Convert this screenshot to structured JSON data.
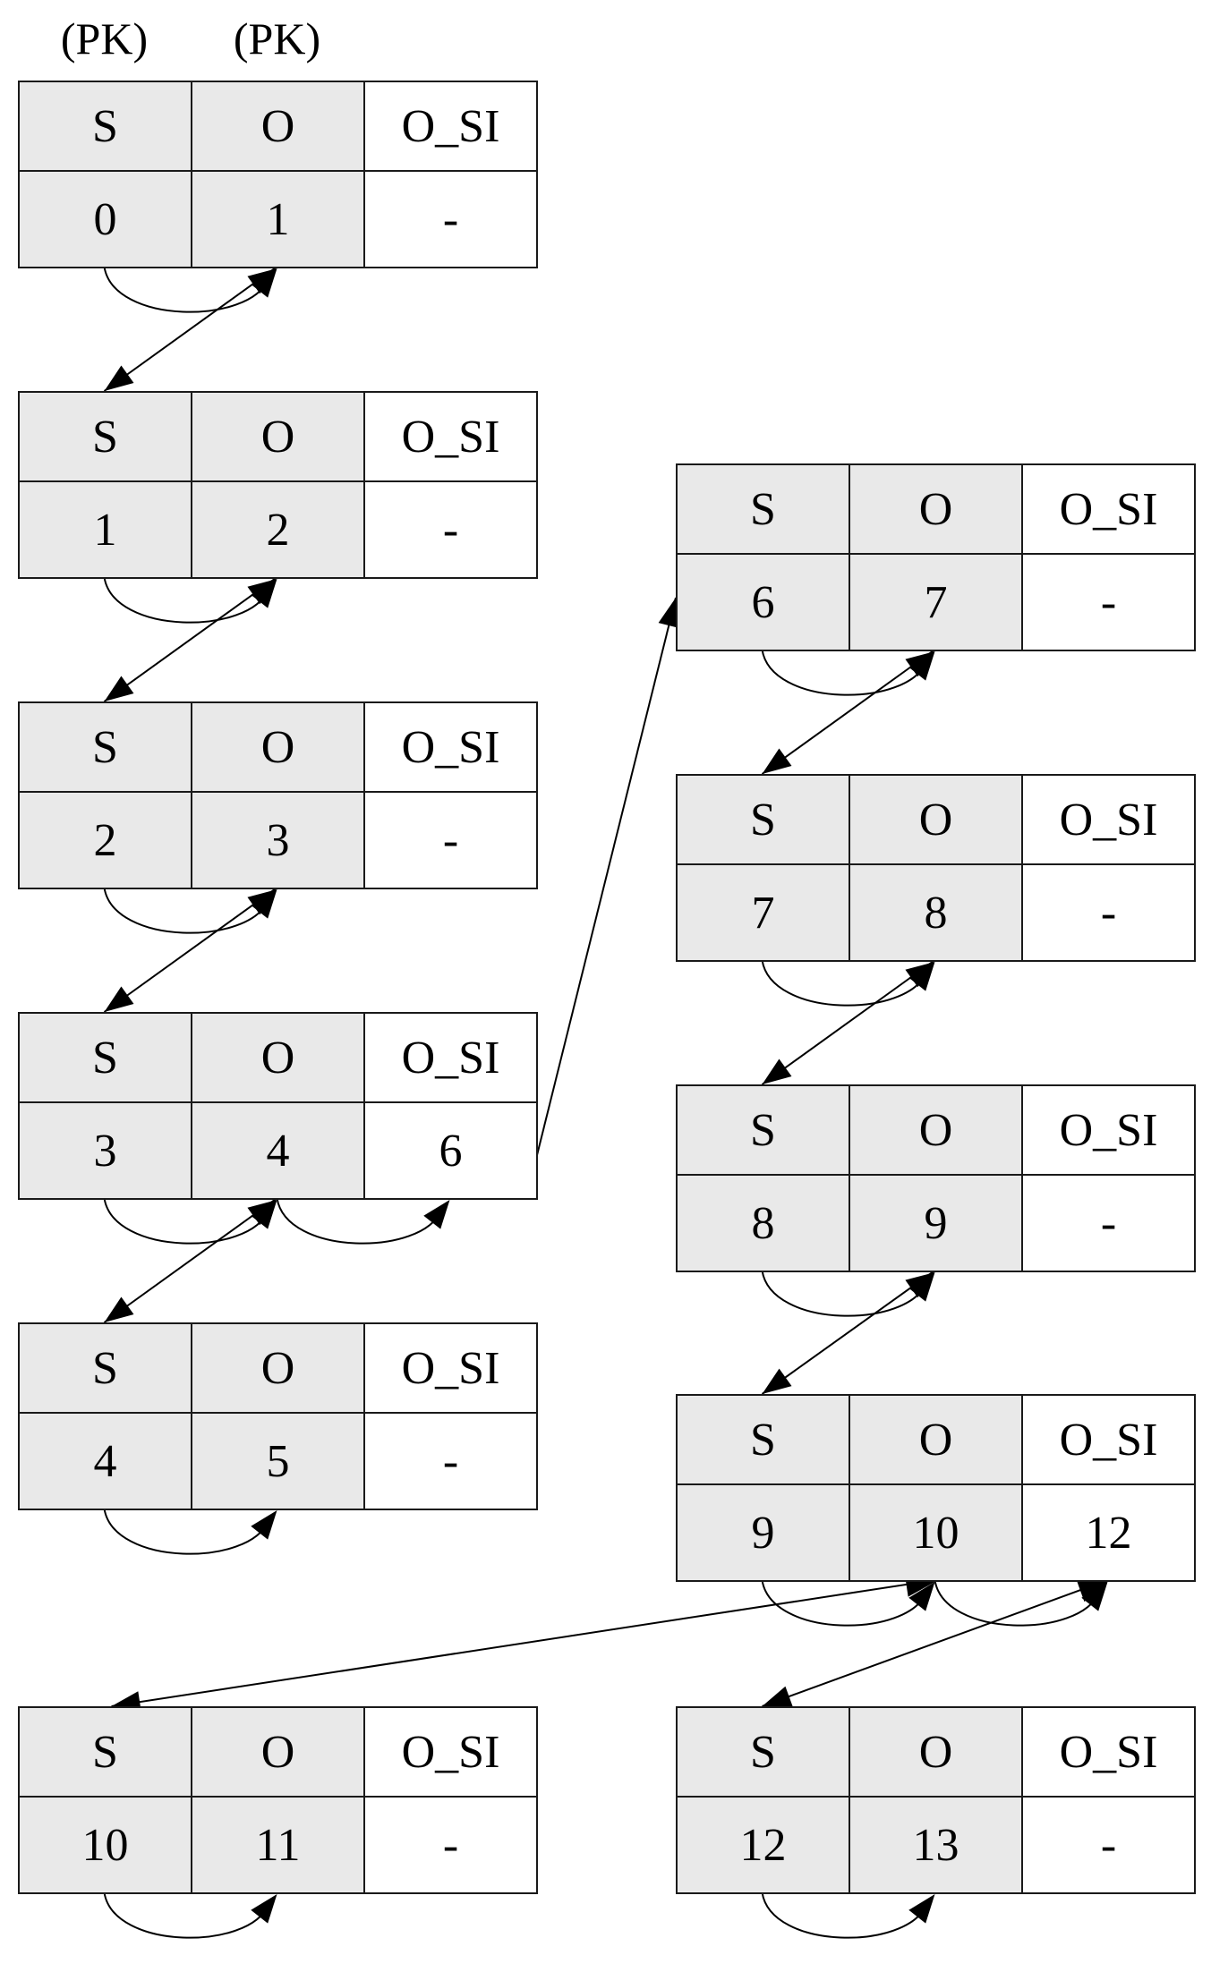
{
  "header": {
    "pk_s": "(PK)",
    "pk_o": "(PK)"
  },
  "columns": [
    "S",
    "O",
    "O_SI"
  ],
  "records": [
    {
      "id": "r0",
      "s": "0",
      "o": "1",
      "o_si": "-"
    },
    {
      "id": "r1",
      "s": "1",
      "o": "2",
      "o_si": "-"
    },
    {
      "id": "r2",
      "s": "2",
      "o": "3",
      "o_si": "-"
    },
    {
      "id": "r3",
      "s": "3",
      "o": "4",
      "o_si": "6"
    },
    {
      "id": "r4",
      "s": "4",
      "o": "5",
      "o_si": "-"
    },
    {
      "id": "r6",
      "s": "6",
      "o": "7",
      "o_si": "-"
    },
    {
      "id": "r7",
      "s": "7",
      "o": "8",
      "o_si": "-"
    },
    {
      "id": "r8",
      "s": "8",
      "o": "9",
      "o_si": "-"
    },
    {
      "id": "r9",
      "s": "9",
      "o": "10",
      "o_si": "12"
    },
    {
      "id": "r10",
      "s": "10",
      "o": "11",
      "o_si": "-"
    },
    {
      "id": "r12",
      "s": "12",
      "o": "13",
      "o_si": "-"
    }
  ],
  "links": [
    {
      "from": "r0",
      "via": "o",
      "to": "r1"
    },
    {
      "from": "r1",
      "via": "o",
      "to": "r2"
    },
    {
      "from": "r2",
      "via": "o",
      "to": "r3"
    },
    {
      "from": "r3",
      "via": "o",
      "to": "r4"
    },
    {
      "from": "r3",
      "via": "o_si",
      "to": "r6"
    },
    {
      "from": "r6",
      "via": "o",
      "to": "r7"
    },
    {
      "from": "r7",
      "via": "o",
      "to": "r8"
    },
    {
      "from": "r8",
      "via": "o",
      "to": "r9"
    },
    {
      "from": "r9",
      "via": "o",
      "to": "r10"
    },
    {
      "from": "r9",
      "via": "o_si",
      "to": "r12"
    }
  ]
}
